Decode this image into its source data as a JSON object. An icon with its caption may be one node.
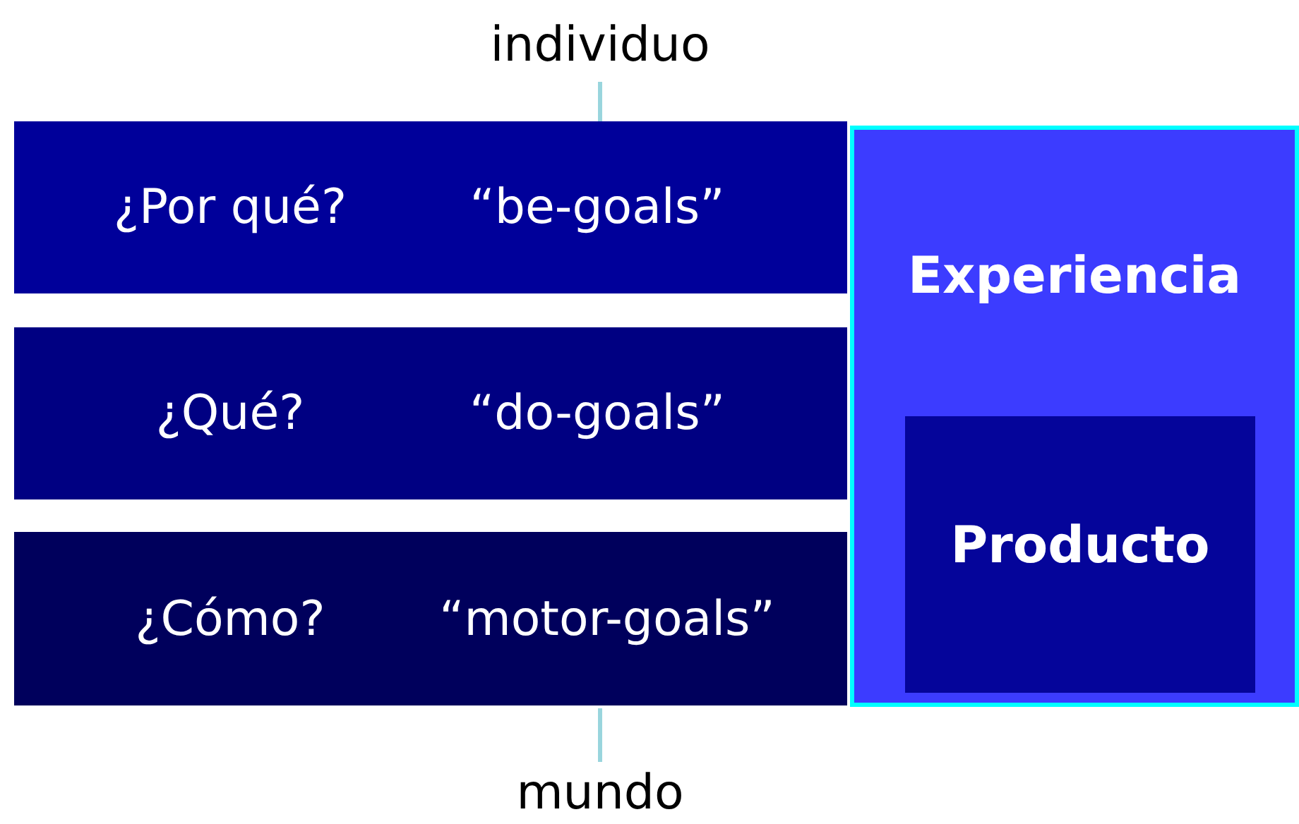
{
  "diagram": {
    "nodes": [
      {
        "text": [
          "individuo"
        ]
      },
      {
        "text": [
          "¿Por qué?",
          "“be-goals”"
        ]
      },
      {
        "text": [
          "¿Qué?",
          "“do-goals”"
        ]
      },
      {
        "text": [
          "¿Cómo?",
          "“motor-goals”"
        ]
      },
      {
        "text": [
          "mundo"
        ]
      },
      {
        "text": [
          "Experiencia"
        ]
      },
      {
        "text": [
          "Producto"
        ],
        "in": 5
      }
    ],
    "edges": [
      {
        "from": 0,
        "to": 1,
        "arrow": "none"
      },
      {
        "from": 3,
        "to": 4,
        "arrow": "none"
      }
    ]
  }
}
